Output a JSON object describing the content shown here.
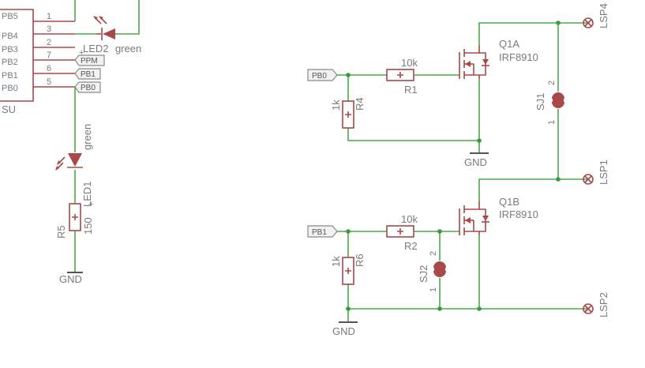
{
  "mcu": {
    "name_fragment": "SU",
    "pins": [
      {
        "name": "PB5",
        "num": "1"
      },
      {
        "name": "PB4",
        "num": "3"
      },
      {
        "name": "PB3",
        "num": "2"
      },
      {
        "name": "PB2",
        "num": "7"
      },
      {
        "name": "PB1",
        "num": "6"
      },
      {
        "name": "PB0",
        "num": "5"
      }
    ]
  },
  "labels": {
    "led2_name": "LED2",
    "led2_color": "green",
    "ppm_flag": "PPM",
    "pb1_flag": "PB1",
    "pb0_flag": "PB0",
    "led1_name": "LED1",
    "led1_color": "green",
    "r5_name": "R5",
    "r5_value": "150",
    "gnd_left": "GND",
    "pb0_in": "PB0",
    "pb1_in": "PB1",
    "r1_value": "10k",
    "r1_name": "R1",
    "r2_value": "10k",
    "r2_name": "R2",
    "r4_value": "1k",
    "r4_name": "R4",
    "r6_value": "1k",
    "r6_name": "R6",
    "q1a_name": "Q1A",
    "q1a_part": "IRF8910",
    "q1b_name": "Q1B",
    "q1b_part": "IRF8910",
    "gnd_mid": "GND",
    "gnd_bottom": "GND",
    "sj1_name": "SJ1",
    "sj1_pin2": "2",
    "sj1_pin1": "1",
    "sj2_name": "SJ2",
    "sj2_pin2": "2",
    "sj2_pin1": "1",
    "lsp4": "LSP4",
    "lsp1": "LSP1",
    "lsp2": "LSP2"
  },
  "colors": {
    "wire": "#4aa84a",
    "part": "#a84848",
    "junction": "#3a9a3a",
    "label": "#7a7a7a"
  }
}
